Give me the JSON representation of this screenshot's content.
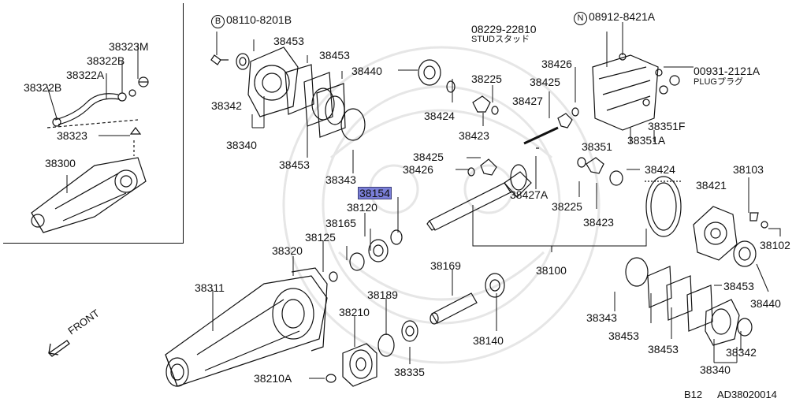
{
  "labels": {
    "b_prefix": "B",
    "p08110": "08110-8201B",
    "p38453_a": "38453",
    "p38453_b": "38453",
    "p38440_a": "38440",
    "p38342_a": "38342",
    "p38340_a": "38340",
    "p38453_c": "38453",
    "p38343_a": "38343",
    "p38154": "38154",
    "p38120": "38120",
    "p38165": "38165",
    "p38125": "38125",
    "p38320": "38320",
    "p38311": "38311",
    "p38210": "38210",
    "p38189": "38189",
    "p38335": "38335",
    "p38210a": "38210A",
    "p38169": "38169",
    "p38140": "38140",
    "p38100": "38100",
    "p08229": "08229-22810",
    "stud": "STUDスタッド",
    "n_prefix": "N",
    "p08912": "08912-8421A",
    "p38426_a": "38426",
    "p38425_a": "38425",
    "p38225_a": "38225",
    "p38427": "38427",
    "p38424_a": "38424",
    "p38423_a": "38423",
    "p00931": "00931-2121A",
    "plug": "PLUGプラグ",
    "p38351f": "38351F",
    "p38351a": "38351A",
    "p38351": "38351",
    "p38425_b": "38425",
    "p38426_b": "38426",
    "p38427a": "38427A",
    "p38225_b": "38225",
    "p38423_b": "38423",
    "p38424_b": "38424",
    "p38103": "38103",
    "p38421": "38421",
    "p38102": "38102",
    "p38453_d": "38453",
    "p38440_b": "38440",
    "p38343_b": "38343",
    "p38453_e": "38453",
    "p38453_f": "38453",
    "p38342_b": "38342",
    "p38340_b": "38340",
    "p38323m": "38323M",
    "p38322b_a": "38322B",
    "p38322a": "38322A",
    "p38322b_b": "38322B",
    "p38323": "38323",
    "p38300": "38300",
    "front": "FRONT",
    "page_code": "B12",
    "drawing_code": "AD38020014"
  }
}
